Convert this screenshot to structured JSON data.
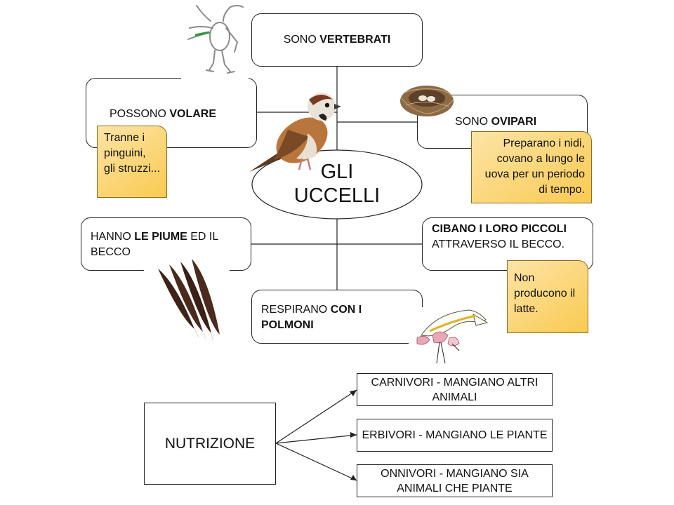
{
  "center": {
    "line1": "GLI",
    "line2": "UCCELLI"
  },
  "boxes": {
    "vertebrati": {
      "pre": "SONO ",
      "bold": "VERTEBRATI"
    },
    "volare": {
      "pre": "POSSONO ",
      "bold": "VOLARE"
    },
    "ovipari": {
      "pre": "SONO ",
      "bold": "OVIPARI"
    },
    "piume": {
      "pre": "HANNO ",
      "bold": "LE PIUME",
      "post": " ED IL BECCO"
    },
    "cibano": {
      "bold": "CIBANO I LORO PICCOLI",
      "post": " ATTRAVERSO IL BECCO."
    },
    "respirano": {
      "pre": "RESPIRANO ",
      "bold": "CON I POLMONI"
    }
  },
  "notes": {
    "pinguini": "Tranne i pinguini, gli struzzi...",
    "nidi": "Preparano i nidi, covano a lungo le uova per un periodo di tempo.",
    "latte": "Non producono il latte."
  },
  "nutrizione": {
    "title": "NUTRIZIONE",
    "items": [
      "CARNIVORI - MANGIANO ALTRI ANIMALI",
      "ERBIVORI - MANGIANO LE PIANTE",
      "ONNIVORI - MANGIANO SIA ANIMALI CHE PIANTE"
    ]
  },
  "icons": [
    "bird-skeleton-icon",
    "sparrow-icon",
    "nest-icon",
    "feathers-icon",
    "bird-lungs-icon"
  ],
  "colors": {
    "note_fill": "#f9ca52",
    "note_light": "#fde4a6",
    "border": "#222222"
  }
}
